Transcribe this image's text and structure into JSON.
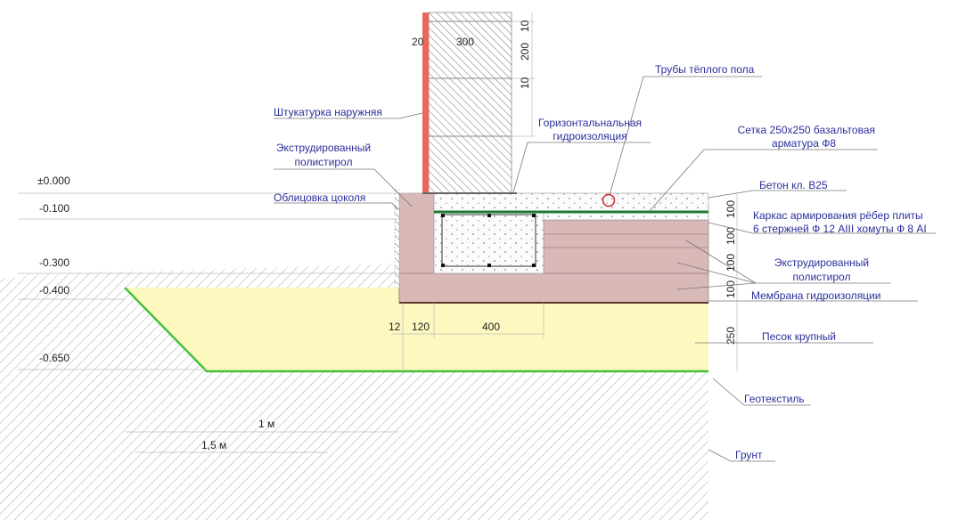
{
  "colors": {
    "plaster": "#e9685a",
    "xps": "#d9b8b8",
    "sand": "#fcf8c0",
    "geotextile": "#44c23a",
    "mesh": "#1f7a2e",
    "label": "#2b2f9a",
    "pipe": "#cc2222"
  },
  "dimensions": {
    "plaster": "20",
    "wall": "300",
    "row_top": "10",
    "row_mid": "200",
    "row_bot": "10",
    "d12": "12",
    "d120": "120",
    "d400": "400",
    "l1": "100",
    "l2": "100",
    "l3": "100",
    "l4": "100",
    "sand": "250",
    "w1m": "1 м",
    "w15m": "1,5 м"
  },
  "levels": [
    "±0.000",
    "-0.100",
    "-0.300",
    "-0.400",
    "-0.650"
  ],
  "labels": {
    "pipes": "Трубы тёплого пола",
    "plaster": "Штукатурка наружняя",
    "hwaterproof_1": "Горизонтальнальная",
    "hwaterproof_2": "гидроизоляция",
    "mesh_1": "Сетка  250х250 базальтовая",
    "mesh_2": "арматура Ф8",
    "xps_top_1": "Экструдированный",
    "xps_top_2": "полистирол",
    "plinth": "Облицовка цоколя",
    "concrete": "Бетон кл. В25",
    "rebar_1": "Каркас армирования рёбер плиты",
    "rebar_2": "6 стержней Ф 12 AIII хомуты Ф 8 AI",
    "xps_1": "Экструдированный",
    "xps_2": "полистирол",
    "membrane": "Мембрана гидроизоляции",
    "sand": "Песок крупный",
    "geotextile": "Геотекстиль",
    "soil": "Грунт"
  }
}
